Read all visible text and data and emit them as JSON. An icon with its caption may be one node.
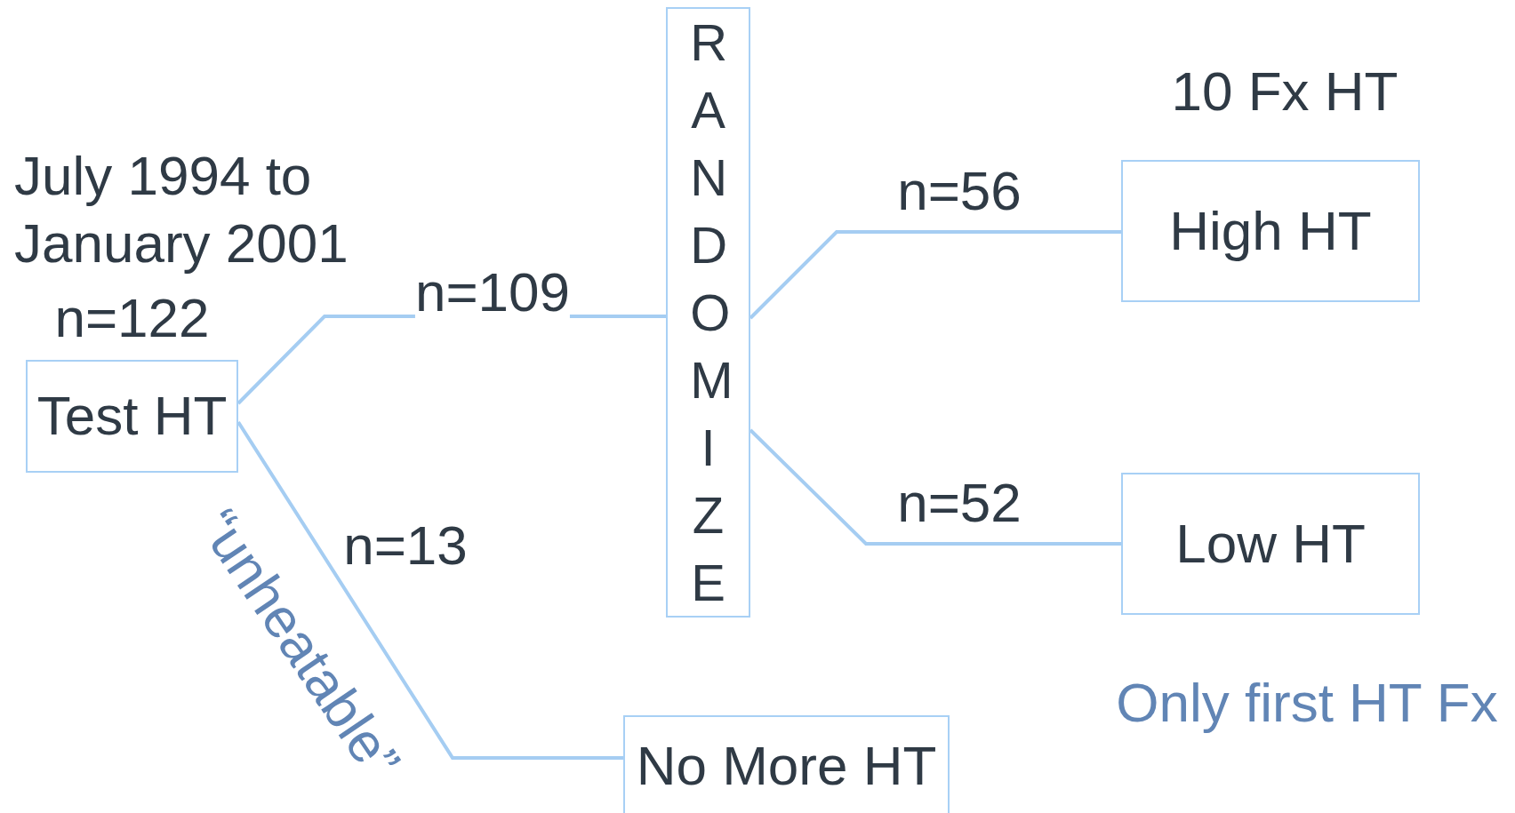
{
  "diagram": {
    "nodes": [
      {
        "text": [
          "Test HT"
        ],
        "beside": [
          "July 1994 to January 2001",
          "n=122"
        ]
      },
      {
        "text": [
          "RANDOMIZE"
        ]
      },
      {
        "text": [
          "High HT"
        ]
      },
      {
        "text": [
          "Low HT"
        ]
      },
      {
        "text": [
          "No More HT"
        ]
      }
    ],
    "edges": [
      {
        "from": 0,
        "to": 1,
        "arrow": "none",
        "label": "n=109"
      },
      {
        "from": 0,
        "to": 4,
        "arrow": "none",
        "label": "n=13"
      },
      {
        "from": 1,
        "to": 2,
        "arrow": "none",
        "label": "n=56"
      },
      {
        "from": 1,
        "to": 3,
        "arrow": "none",
        "label": "n=52"
      }
    ],
    "labels": [
      "10 Fx HT",
      "“unheatable”",
      "Only first HT Fx"
    ]
  }
}
